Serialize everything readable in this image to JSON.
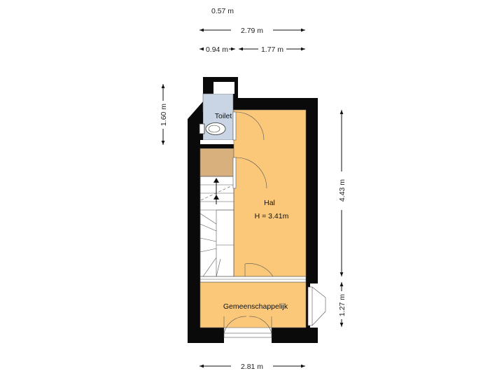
{
  "colors": {
    "wall": "#0a0a0a",
    "hall": "#fbc87a",
    "stair_block": "#d8b07e",
    "toilet": "#c9d5e5",
    "common": "#fbc87a",
    "dimension": "#111111"
  },
  "dimensions": {
    "top_offset": "0.57 m",
    "top_total": "2.79 m",
    "top_left": "0.94 m",
    "top_right": "1.77 m",
    "left_toilet": "1.60 m",
    "right_hall": "4.43 m",
    "right_common": "1.27 m",
    "bottom_total": "2.81 m"
  },
  "rooms": {
    "toilet": "Toilet",
    "hall_name": "Hal",
    "hall_height": "H = 3.41m",
    "common": "Gemeenschappelijk"
  }
}
